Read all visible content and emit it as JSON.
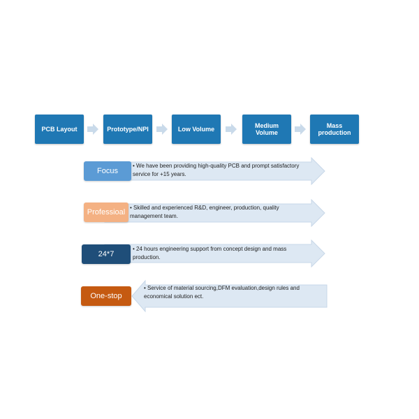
{
  "colors": {
    "stage_fill": "#1f78b4",
    "flow_arrow": "#c9daea",
    "band_fill": "#dde8f3",
    "band_stroke": "#c7d7e8",
    "text": "#222222"
  },
  "process": {
    "stages": [
      {
        "label": "PCB Layout"
      },
      {
        "label": "Prototype/NPI"
      },
      {
        "label": "Low Volume"
      },
      {
        "label": "Medium\nVolume"
      },
      {
        "label": "Mass\nproduction"
      }
    ]
  },
  "features": [
    {
      "tag": "Focus",
      "tag_color": "#5b9bd5",
      "tag_text_color": "#ffffff",
      "bullet": "•",
      "text": "We have been providing high-quality PCB and prompt satisfactory service for +15 years.",
      "arrow_direction": "right"
    },
    {
      "tag": "Professioal",
      "tag_color": "#f4b183",
      "tag_text_color": "#ffffff",
      "bullet": "•",
      "text": "Skilled and experienced R&D, engineer, production, quality management team.",
      "arrow_direction": "right"
    },
    {
      "tag": "24*7",
      "tag_color": "#1f4e79",
      "tag_text_color": "#ffffff",
      "bullet": "•",
      "text": "24 hours engineering support from concept design and mass production.",
      "arrow_direction": "right"
    },
    {
      "tag": "One-stop",
      "tag_color": "#c55a11",
      "tag_text_color": "#ffffff",
      "bullet": "•",
      "text": "Service of material sourcing,DFM evaluation,design rules and economical solution ect.",
      "arrow_direction": "left"
    }
  ]
}
